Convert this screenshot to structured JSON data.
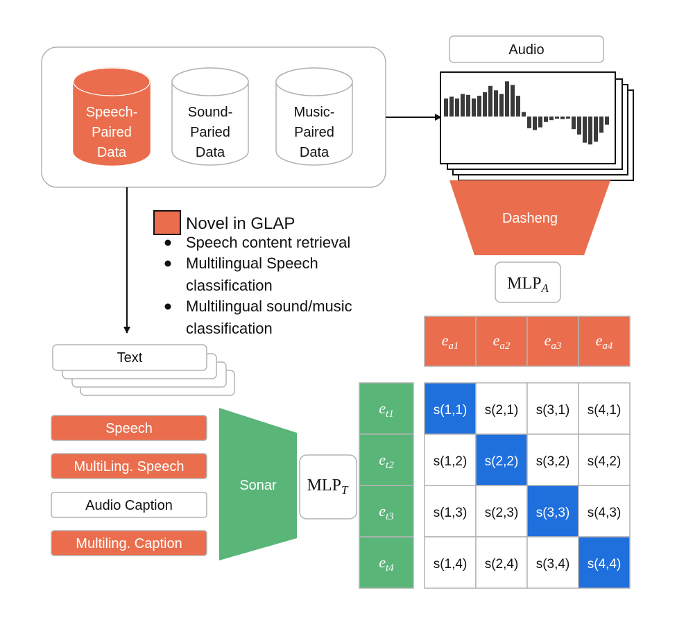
{
  "colors": {
    "accent_orange": "#ea6e4d",
    "accent_green": "#5ab579",
    "highlight_blue": "#1f6fdd",
    "border_gray": "#b3b3b3",
    "dark": "#111111"
  },
  "datasets": [
    {
      "line1": "Speech-",
      "line2": "Paired",
      "line3": "Data",
      "novel": true
    },
    {
      "line1": "Sound-",
      "line2": "Paried",
      "line3": "Data",
      "novel": false
    },
    {
      "line1": "Music-",
      "line2": "Paired",
      "line3": "Data",
      "novel": false
    }
  ],
  "audio": {
    "label": "Audio",
    "waveform": [
      1.0,
      1.1,
      1.0,
      1.25,
      1.2,
      1.0,
      1.15,
      1.35,
      1.7,
      1.45,
      1.25,
      1.95,
      1.75,
      1.15,
      0.25,
      -0.65,
      -0.75,
      -0.6,
      -0.3,
      -0.2,
      -0.12,
      -0.15,
      -0.12,
      -0.7,
      -1.0,
      -1.45,
      -1.55,
      -1.4,
      -0.9,
      -0.45
    ]
  },
  "encoders": {
    "audio": "Dasheng",
    "text": "Sonar"
  },
  "mlp": {
    "audio": {
      "base": "MLP",
      "sub": "A"
    },
    "text": {
      "base": "MLP",
      "sub": "T"
    }
  },
  "legend": {
    "label": "Novel in GLAP",
    "bullets": [
      {
        "line1": "Speech content retrieval",
        "line2": ""
      },
      {
        "line1": "Multilingual Speech",
        "line2": "classification"
      },
      {
        "line1": "Multilingual sound/music",
        "line2": "classification"
      }
    ]
  },
  "text_stack": {
    "label": "Text"
  },
  "text_categories": [
    {
      "label": "Speech",
      "novel": true
    },
    {
      "label": "MultiLing. Speech",
      "novel": true
    },
    {
      "label": "Audio Caption",
      "novel": false
    },
    {
      "label": "Multiling. Caption",
      "novel": true
    }
  ],
  "audio_embeddings": [
    {
      "base": "e",
      "sub": "a1"
    },
    {
      "base": "e",
      "sub": "a2"
    },
    {
      "base": "e",
      "sub": "a3"
    },
    {
      "base": "e",
      "sub": "a4"
    }
  ],
  "text_embeddings": [
    {
      "base": "e",
      "sub": "t1"
    },
    {
      "base": "e",
      "sub": "t2"
    },
    {
      "base": "e",
      "sub": "t3"
    },
    {
      "base": "e",
      "sub": "t4"
    }
  ],
  "similarity": [
    [
      "s(1,1)",
      "s(2,1)",
      "s(3,1)",
      "s(4,1)"
    ],
    [
      "s(1,2)",
      "s(2,2)",
      "s(3,2)",
      "s(4,2)"
    ],
    [
      "s(1,3)",
      "s(2,3)",
      "s(3,3)",
      "s(4,3)"
    ],
    [
      "s(1,4)",
      "s(2,4)",
      "s(3,4)",
      "s(4,4)"
    ]
  ]
}
